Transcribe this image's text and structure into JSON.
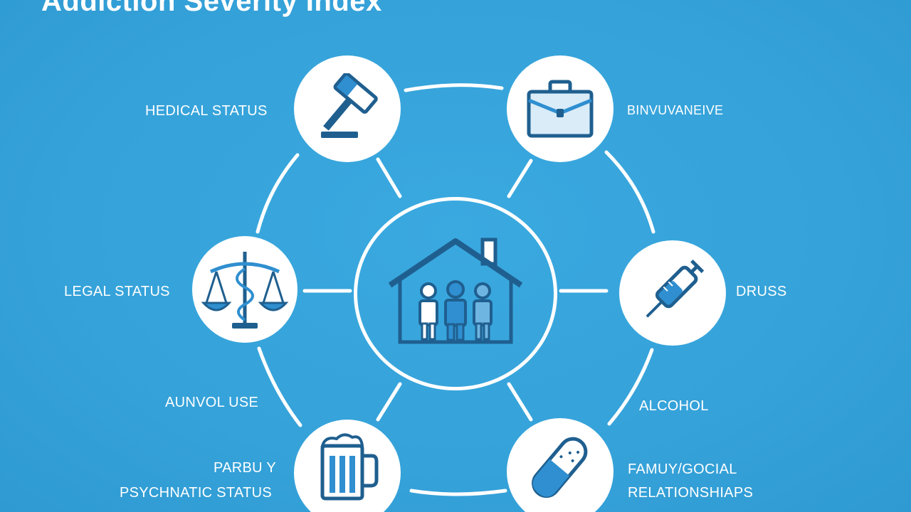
{
  "title": "Addiction Severity Index",
  "labels": {
    "medical_status": "HEDICAL STATUS",
    "employment": "BINVUVANEIVE",
    "legal_status": "LEGAL STATUS",
    "drugs": "DRUSS",
    "alcohol_use": "AUNVOL USE",
    "alcohol": "ALCOHOL",
    "psych_line1": "PARBU Y",
    "psych_line2": "PSYCHNATIC STATUS",
    "family_line1": "FAMUY/GOCIAL",
    "family_line2": "RELATIONSHIAPS"
  },
  "icons": {
    "top_left": "gavel-icon",
    "top_right": "briefcase-icon",
    "mid_left": "scales-caduceus-icon",
    "mid_right": "syringe-icon",
    "bottom_left": "beer-mug-icon",
    "bottom_right": "pill-capsule-icon",
    "center": "family-house-icon"
  },
  "colors": {
    "background": "#36a3db",
    "node_fill": "#ffffff",
    "icon_dark": "#1f5f8f",
    "icon_light": "#2f8fd0",
    "connector": "#ffffff"
  }
}
